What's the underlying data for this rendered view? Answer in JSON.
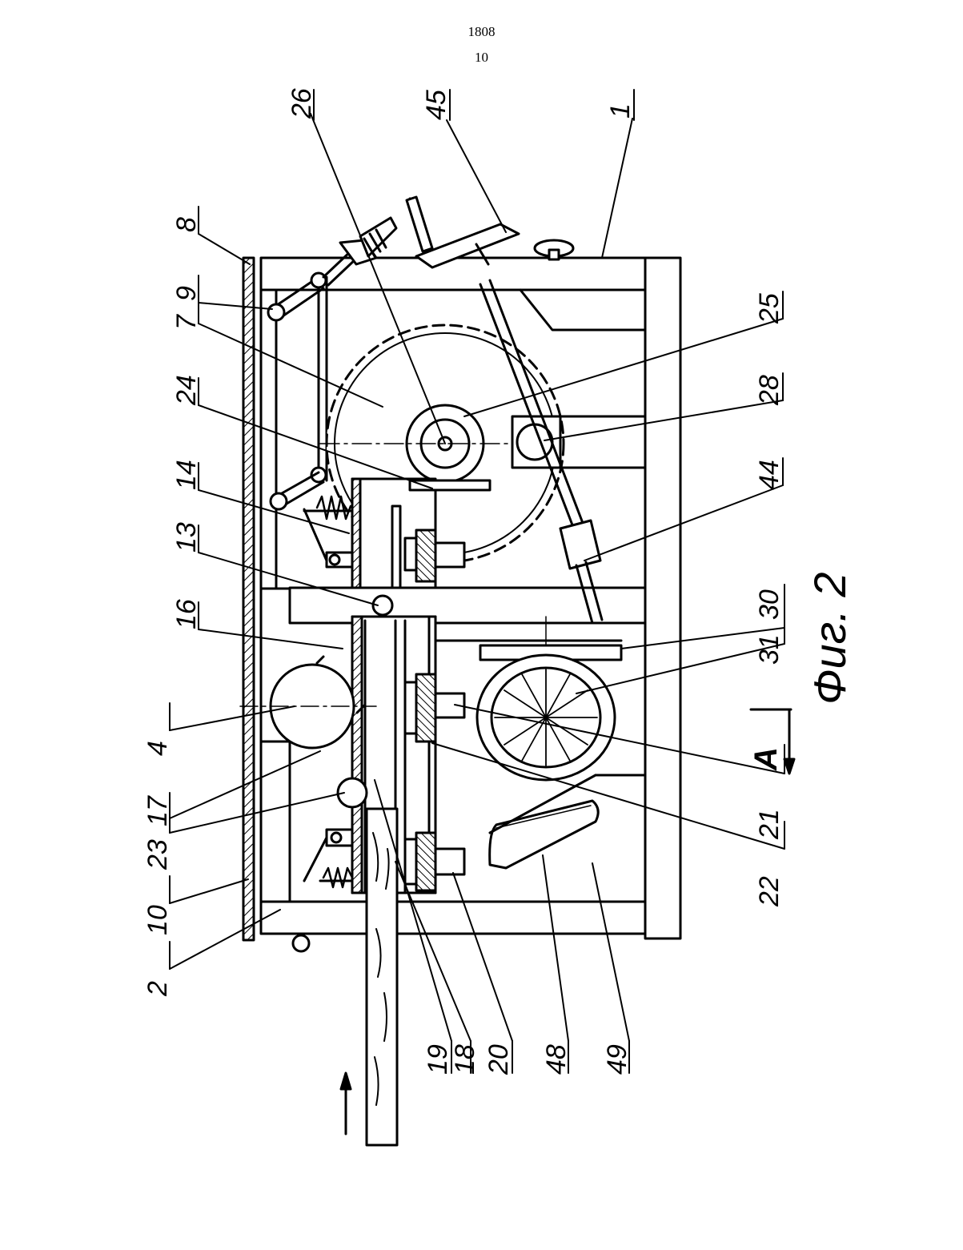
{
  "header": {
    "page_number": "1808",
    "sheet_number": "10"
  },
  "figure": {
    "caption": "Фиг. 2",
    "section_mark": "А"
  },
  "callouts": [
    {
      "id": "c26",
      "label": "26"
    },
    {
      "id": "c45",
      "label": "45"
    },
    {
      "id": "c1",
      "label": "1"
    },
    {
      "id": "c8",
      "label": "8"
    },
    {
      "id": "c9",
      "label": "9"
    },
    {
      "id": "c7",
      "label": "7"
    },
    {
      "id": "c24",
      "label": "24"
    },
    {
      "id": "c14",
      "label": "14"
    },
    {
      "id": "c13",
      "label": "13"
    },
    {
      "id": "c16",
      "label": "16"
    },
    {
      "id": "c4",
      "label": "4"
    },
    {
      "id": "c17",
      "label": "17"
    },
    {
      "id": "c23",
      "label": "23"
    },
    {
      "id": "c10",
      "label": "10"
    },
    {
      "id": "c2",
      "label": "2"
    },
    {
      "id": "c25",
      "label": "25"
    },
    {
      "id": "c28",
      "label": "28"
    },
    {
      "id": "c44",
      "label": "44"
    },
    {
      "id": "c30",
      "label": "30"
    },
    {
      "id": "c31",
      "label": "31"
    },
    {
      "id": "c21",
      "label": "21"
    },
    {
      "id": "c22",
      "label": "22"
    },
    {
      "id": "c19",
      "label": "19"
    },
    {
      "id": "c18",
      "label": "18"
    },
    {
      "id": "c20",
      "label": "20"
    },
    {
      "id": "c48",
      "label": "48"
    },
    {
      "id": "c49",
      "label": "49"
    }
  ]
}
